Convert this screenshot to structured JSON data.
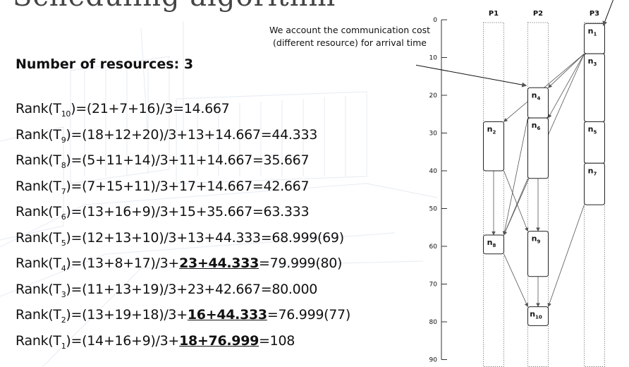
{
  "header": {
    "title_fragment": "Scheduling algorithm"
  },
  "resources": {
    "label": "Number of resources: 3"
  },
  "ranks": [
    {
      "name": "Rank(T",
      "sub": "10",
      "text": ")=(21+7+16)/3=14.667",
      "u": "",
      "after": ""
    },
    {
      "name": "Rank(T",
      "sub": "9",
      "text": ")=(18+12+20)/3+13+14.667=44.333",
      "u": "",
      "after": ""
    },
    {
      "name": "Rank(T",
      "sub": "8",
      "text": ")=(5+11+14)/3+11+14.667=35.667",
      "u": "",
      "after": ""
    },
    {
      "name": "Rank(T",
      "sub": "7",
      "text": ")=(7+15+11)/3+17+14.667=42.667",
      "u": "",
      "after": ""
    },
    {
      "name": "Rank(T",
      "sub": "6",
      "text": ")=(13+16+9)/3+15+35.667=63.333",
      "u": "",
      "after": ""
    },
    {
      "name": "Rank(T",
      "sub": "5",
      "text": ")=(12+13+10)/3+13+44.333=68.999(69)",
      "u": "",
      "after": ""
    },
    {
      "name": "Rank(T",
      "sub": "4",
      "text": ")=(13+8+17)/3+",
      "u": "23+44.333",
      "after": "=79.999(80)"
    },
    {
      "name": "Rank(T",
      "sub": "3",
      "text": ")=(11+13+19)/3+23+42.667=80.000",
      "u": "",
      "after": ""
    },
    {
      "name": "Rank(T",
      "sub": "2",
      "text": ")=(13+19+18)/3+",
      "u": "16+44.333",
      "after": "=76.999(77)"
    },
    {
      "name": "Rank(T",
      "sub": "1",
      "text": ")=(14+16+9)/3+",
      "u": "18+76.999",
      "after": "=108"
    }
  ],
  "annotation": {
    "text": "We account the communication cost (different resource) for arrival time"
  },
  "gantt": {
    "processors": [
      "P1",
      "P2",
      "P3"
    ],
    "ticks": [
      0,
      10,
      20,
      30,
      40,
      50,
      60,
      70,
      80,
      90
    ],
    "tasks": [
      {
        "id": "n1",
        "base": "n",
        "sub": "1",
        "proc": 3,
        "start": 1,
        "end": 9
      },
      {
        "id": "n3",
        "base": "n",
        "sub": "3",
        "proc": 3,
        "start": 9,
        "end": 27
      },
      {
        "id": "n5",
        "base": "n",
        "sub": "5",
        "proc": 3,
        "start": 27,
        "end": 38
      },
      {
        "id": "n7",
        "base": "n",
        "sub": "7",
        "proc": 3,
        "start": 38,
        "end": 49
      },
      {
        "id": "n4",
        "base": "n",
        "sub": "4",
        "proc": 2,
        "start": 18,
        "end": 26
      },
      {
        "id": "n6",
        "base": "n",
        "sub": "6",
        "proc": 2,
        "start": 26,
        "end": 42
      },
      {
        "id": "n9",
        "base": "n",
        "sub": "9",
        "proc": 2,
        "start": 56,
        "end": 68
      },
      {
        "id": "n10",
        "base": "n",
        "sub": "10",
        "proc": 2,
        "start": 76,
        "end": 81
      },
      {
        "id": "n2",
        "base": "n",
        "sub": "2",
        "proc": 1,
        "start": 27,
        "end": 40
      },
      {
        "id": "n8",
        "base": "n",
        "sub": "8",
        "proc": 1,
        "start": 57,
        "end": 62
      }
    ],
    "edges": [
      [
        "n1",
        "n2"
      ],
      [
        "n1",
        "n4"
      ],
      [
        "n1",
        "n6"
      ],
      [
        "n1",
        "n8"
      ],
      [
        "n1",
        "n3"
      ],
      [
        "n3",
        "n5"
      ],
      [
        "n5",
        "n7"
      ],
      [
        "n4",
        "n6"
      ],
      [
        "n4",
        "n8"
      ],
      [
        "n6",
        "n8"
      ],
      [
        "n2",
        "n9"
      ],
      [
        "n2",
        "n8"
      ],
      [
        "n7",
        "n10"
      ],
      [
        "n8",
        "n10"
      ],
      [
        "n9",
        "n10"
      ],
      [
        "n6",
        "n9"
      ]
    ]
  },
  "colors": {
    "text": "#111111",
    "axis": "#333333",
    "box_border": "#222222",
    "arrow": "#555555"
  }
}
